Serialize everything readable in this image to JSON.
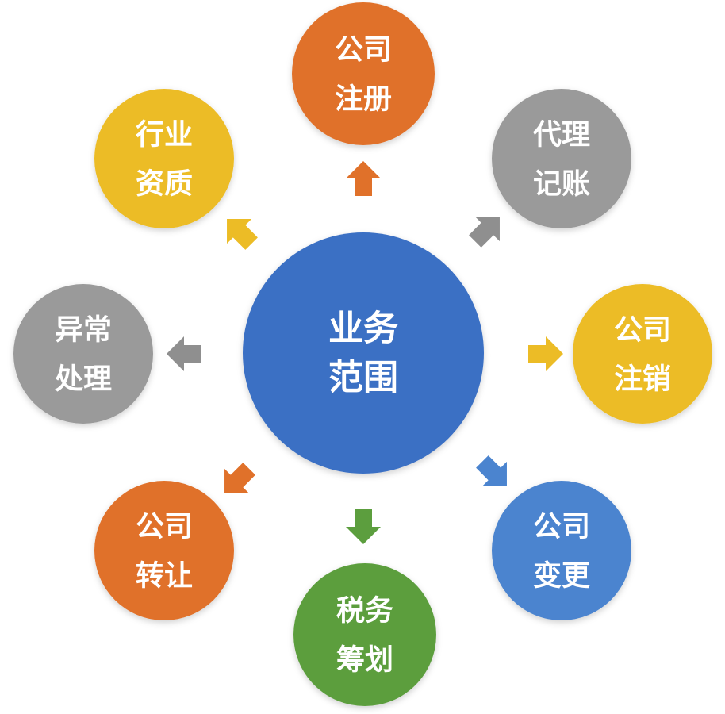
{
  "center": {
    "line1": "业务",
    "line2": "范围",
    "color": "#3a6fc4"
  },
  "nodes": [
    {
      "id": "company-registration",
      "line1": "公司",
      "line2": "注册",
      "color": "#e0712a",
      "arrow_color": "#e0712a"
    },
    {
      "id": "bookkeeping-agency",
      "line1": "代理",
      "line2": "记账",
      "color": "#9a9a9a",
      "arrow_color": "#8f8f8f"
    },
    {
      "id": "company-deregistration",
      "line1": "公司",
      "line2": "注销",
      "color": "#ecbc26",
      "arrow_color": "#ecbc26"
    },
    {
      "id": "company-change",
      "line1": "公司",
      "line2": "变更",
      "color": "#4b84cf",
      "arrow_color": "#4b84cf"
    },
    {
      "id": "tax-planning",
      "line1": "税务",
      "line2": "筹划",
      "color": "#5c9e3e",
      "arrow_color": "#5c9e3e"
    },
    {
      "id": "company-transfer",
      "line1": "公司",
      "line2": "转让",
      "color": "#e0712a",
      "arrow_color": "#e0712a"
    },
    {
      "id": "exception-handling",
      "line1": "异常",
      "line2": "处理",
      "color": "#9a9a9a",
      "arrow_color": "#8f8f8f"
    },
    {
      "id": "industry-qualification",
      "line1": "行业",
      "line2": "资质",
      "color": "#ecbc26",
      "arrow_color": "#ecbc26"
    }
  ]
}
